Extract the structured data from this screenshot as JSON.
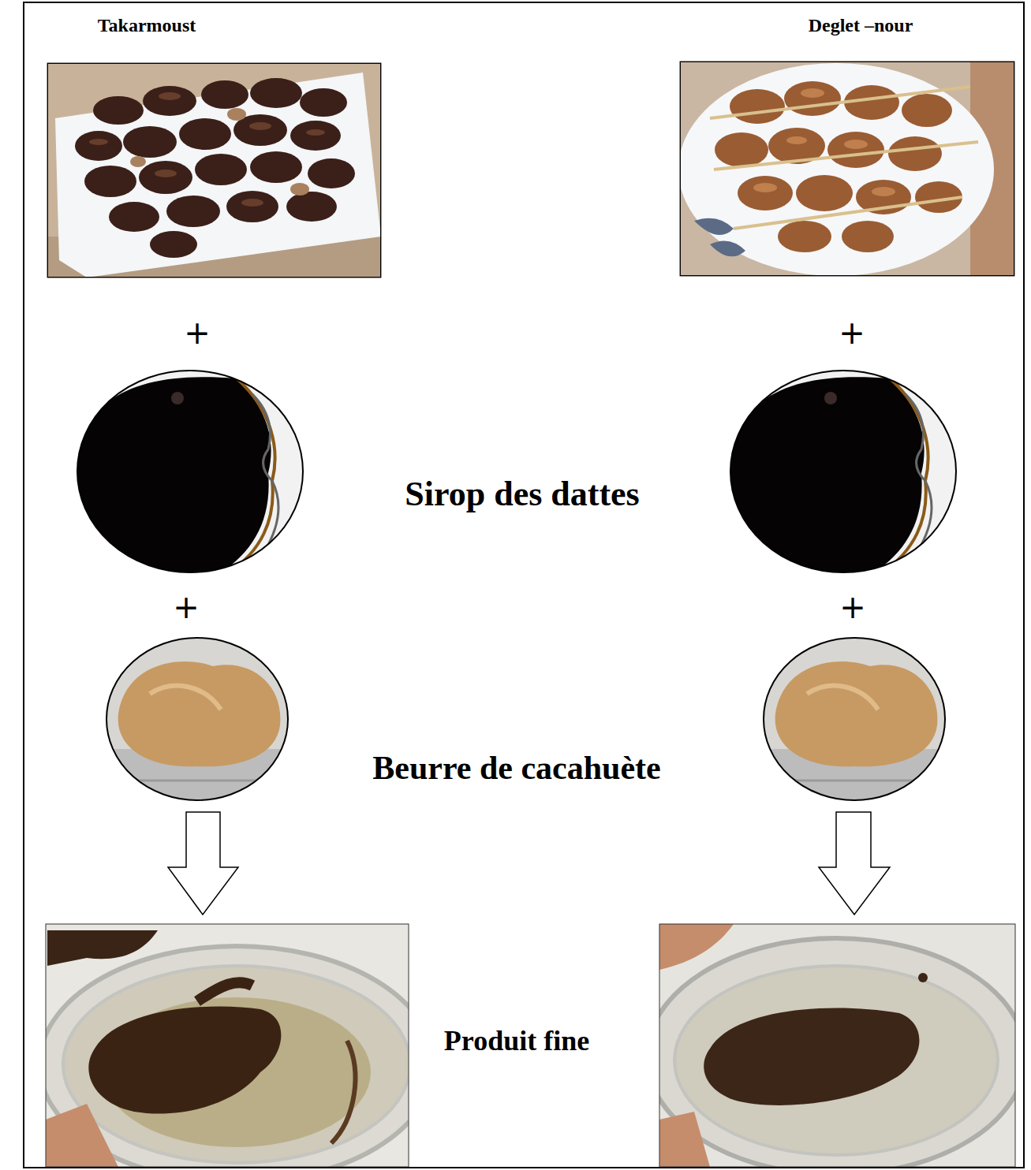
{
  "diagram": {
    "nodes": [
      {
        "text": [
          "Takarmoust"
        ]
      },
      {
        "text": [
          "Deglet –nour"
        ]
      }
    ],
    "labels": [
      "+",
      "+",
      "Sirop des dattes",
      "+",
      "+",
      "Beurre de cacahuète",
      "Produit fine"
    ]
  }
}
